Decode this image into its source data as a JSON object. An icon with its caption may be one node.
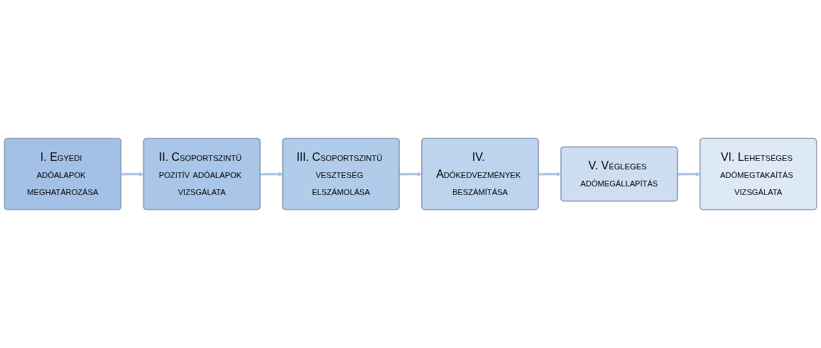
{
  "diagram": {
    "nodes": [
      {
        "text": [
          "I. Egyedi adóalapok meghatározása"
        ]
      },
      {
        "text": [
          "II. Csoportszintű pozitív adóalapok vizsgálata"
        ]
      },
      {
        "text": [
          "III. Csoportszintű veszteség elszámolása"
        ]
      },
      {
        "text": [
          "IV. Adókedvezmények beszámítása"
        ]
      },
      {
        "text": [
          "V. Végleges adómegállapítás"
        ]
      },
      {
        "text": [
          "VI. Lehetséges adómegtakaítás vizsgálata"
        ]
      }
    ],
    "edges": [
      {
        "from": 0,
        "to": 1,
        "arrow": "to"
      },
      {
        "from": 1,
        "to": 2,
        "arrow": "to"
      },
      {
        "from": 2,
        "to": 3,
        "arrow": "to"
      },
      {
        "from": 3,
        "to": 4,
        "arrow": "to"
      },
      {
        "from": 4,
        "to": 5,
        "arrow": "to"
      }
    ]
  }
}
